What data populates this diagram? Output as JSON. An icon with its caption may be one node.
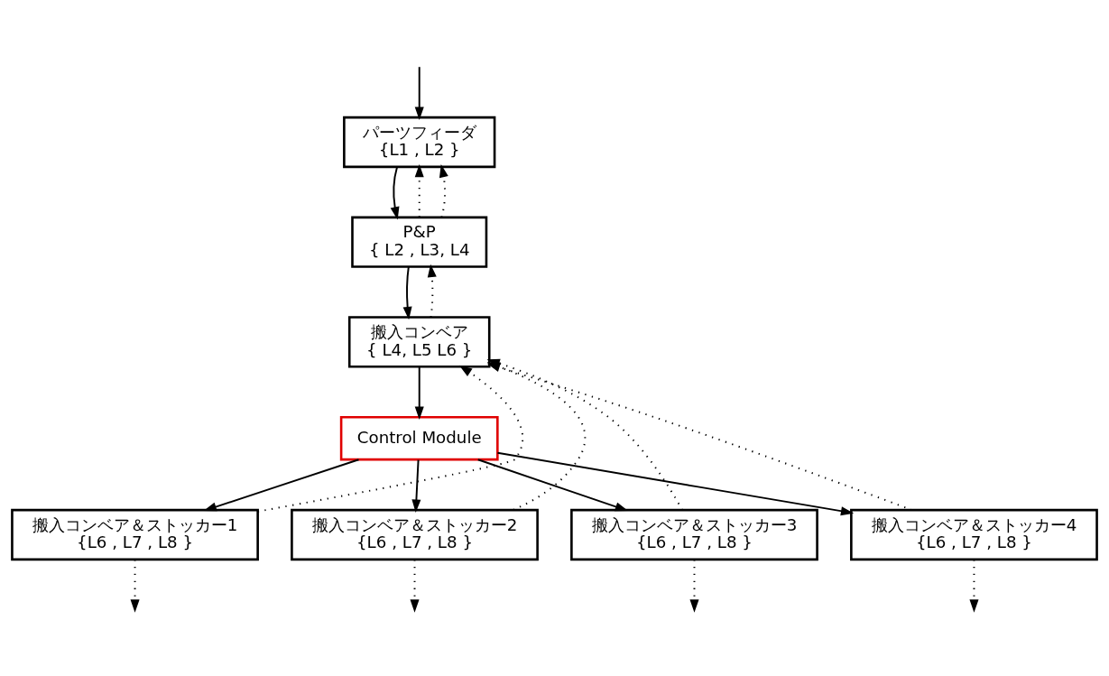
{
  "diagram": {
    "nodes": [
      {
        "text": [
          "パーツフィーダ",
          "{L1 , L2 }"
        ]
      },
      {
        "text": [
          "P&P",
          "{ L2 , L3, L4"
        ]
      },
      {
        "text": [
          "搬入コンベア",
          "{ L4, L5 L6 }"
        ]
      },
      {
        "text": [
          "Control Module"
        ]
      },
      {
        "text": [
          "搬入コンベア＆ストッカー1",
          "{L6 , L7 , L8 }"
        ]
      },
      {
        "text": [
          "搬入コンベア＆ストッカー2",
          "{L6 , L7 , L8 }"
        ]
      },
      {
        "text": [
          "搬入コンベア＆ストッカー3",
          "{L6 , L7 , L8 }"
        ]
      },
      {
        "text": [
          "搬入コンベア＆ストッカー4",
          "{L6 , L7 , L8 }"
        ]
      }
    ],
    "edges": [
      {
        "from": null,
        "to": 0,
        "arrow": "to"
      },
      {
        "from": 0,
        "to": 1,
        "arrow": "to"
      },
      {
        "from": 1,
        "to": 0,
        "arrow": "to",
        "style": "dashed"
      },
      {
        "from": 1,
        "to": 0,
        "arrow": "to",
        "style": "dashed"
      },
      {
        "from": 1,
        "to": 2,
        "arrow": "to"
      },
      {
        "from": 2,
        "to": 1,
        "arrow": "to",
        "style": "dashed"
      },
      {
        "from": 2,
        "to": 3,
        "arrow": "to"
      },
      {
        "from": 3,
        "to": 4,
        "arrow": "to"
      },
      {
        "from": 3,
        "to": 5,
        "arrow": "to"
      },
      {
        "from": 3,
        "to": 6,
        "arrow": "to"
      },
      {
        "from": 3,
        "to": 7,
        "arrow": "to"
      },
      {
        "from": 4,
        "to": 2,
        "arrow": "to",
        "style": "dashed"
      },
      {
        "from": 5,
        "to": 2,
        "arrow": "to",
        "style": "dashed"
      },
      {
        "from": 6,
        "to": 2,
        "arrow": "to",
        "style": "dashed"
      },
      {
        "from": 7,
        "to": 2,
        "arrow": "to",
        "style": "dashed"
      },
      {
        "from": 4,
        "to": null,
        "arrow": "to",
        "style": "dashed"
      },
      {
        "from": 5,
        "to": null,
        "arrow": "to",
        "style": "dashed"
      },
      {
        "from": 6,
        "to": null,
        "arrow": "to",
        "style": "dashed"
      },
      {
        "from": 7,
        "to": null,
        "arrow": "to",
        "style": "dashed"
      }
    ]
  }
}
